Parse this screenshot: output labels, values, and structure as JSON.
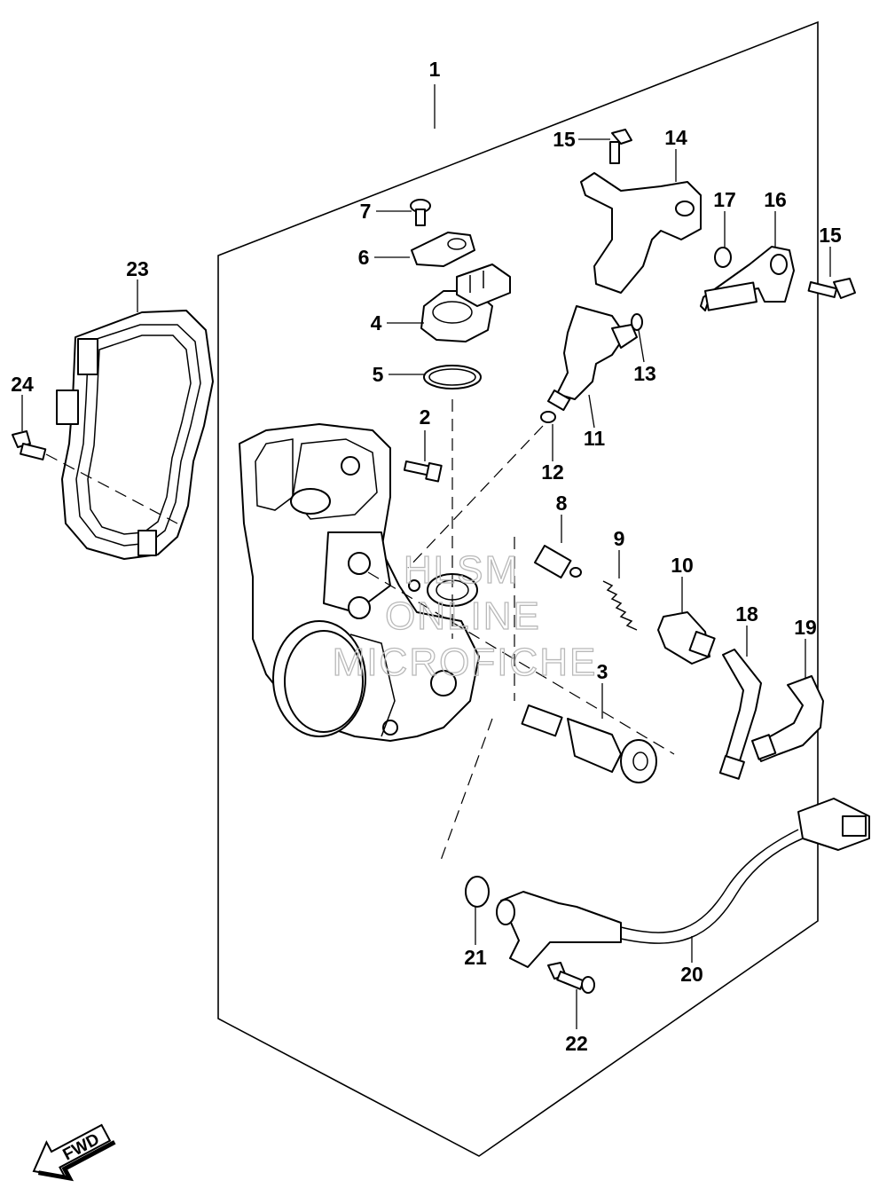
{
  "diagram": {
    "callouts": [
      {
        "id": "1",
        "label": "1"
      },
      {
        "id": "2",
        "label": "2"
      },
      {
        "id": "3",
        "label": "3"
      },
      {
        "id": "4",
        "label": "4"
      },
      {
        "id": "5",
        "label": "5"
      },
      {
        "id": "6",
        "label": "6"
      },
      {
        "id": "7",
        "label": "7"
      },
      {
        "id": "8",
        "label": "8"
      },
      {
        "id": "9",
        "label": "9"
      },
      {
        "id": "10",
        "label": "10"
      },
      {
        "id": "11",
        "label": "11"
      },
      {
        "id": "12",
        "label": "12"
      },
      {
        "id": "13",
        "label": "13"
      },
      {
        "id": "14",
        "label": "14"
      },
      {
        "id": "15a",
        "label": "15"
      },
      {
        "id": "15b",
        "label": "15"
      },
      {
        "id": "16",
        "label": "16"
      },
      {
        "id": "17",
        "label": "17"
      },
      {
        "id": "18",
        "label": "18"
      },
      {
        "id": "19",
        "label": "19"
      },
      {
        "id": "20",
        "label": "20"
      },
      {
        "id": "21",
        "label": "21"
      },
      {
        "id": "22",
        "label": "22"
      },
      {
        "id": "23",
        "label": "23"
      },
      {
        "id": "24",
        "label": "24"
      }
    ],
    "watermark": [
      "HLSM",
      "ONLINE",
      "MICROFICHE"
    ],
    "fwd_label": "FWD"
  }
}
